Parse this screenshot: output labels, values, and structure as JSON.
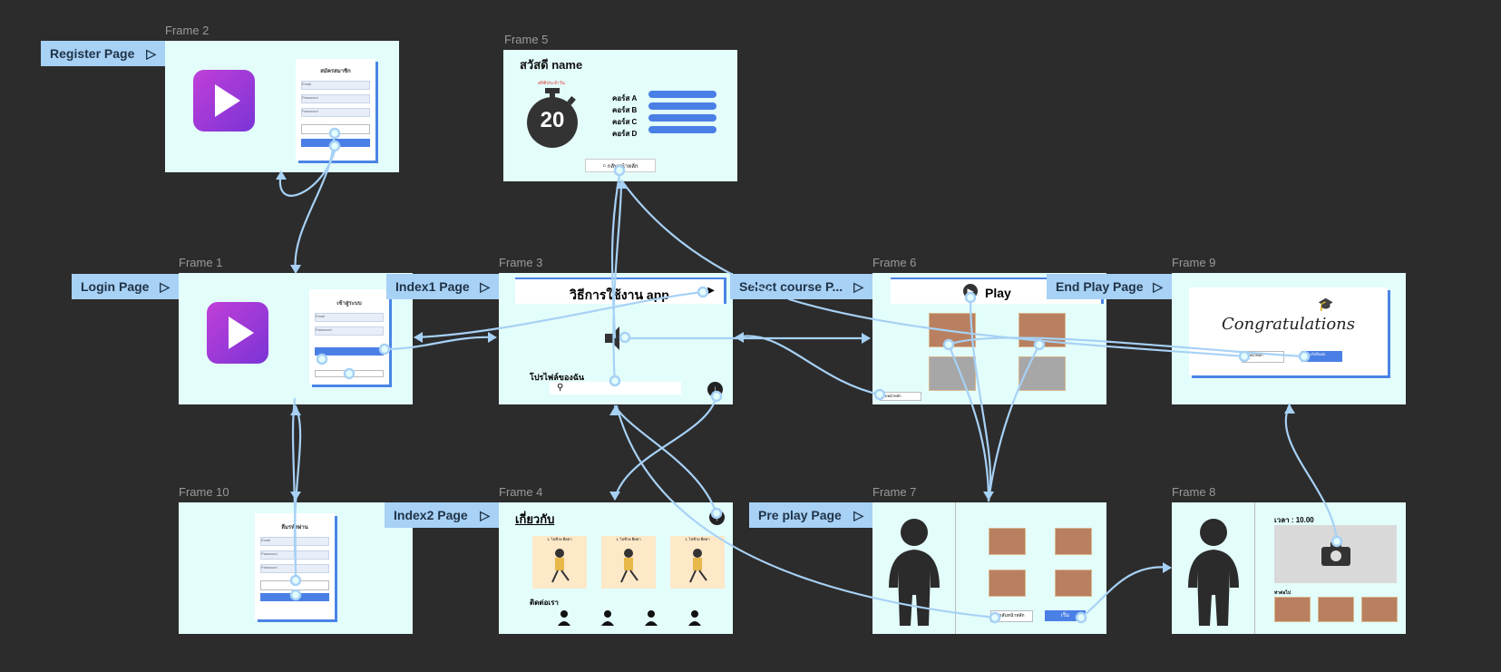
{
  "frames": {
    "f2": {
      "label": "Frame 2",
      "tag": "Register Page",
      "title": "สมัครสมาชิก",
      "fields": [
        "Email",
        "Password",
        "Password"
      ]
    },
    "f5": {
      "label": "Frame 5",
      "greeting": "สวัสดี name",
      "timer_caption": "สถิติประจำวัน",
      "timer_value": "20",
      "courses": [
        "คอร์ส A",
        "คอร์ส B",
        "คอร์ส C",
        "คอร์ส D"
      ],
      "home_button": "กลับหน้าหลัก"
    },
    "f1": {
      "label": "Frame 1",
      "tag": "Login Page",
      "title": "เข้าสู่ระบบ",
      "fields": [
        "Email",
        "Password"
      ]
    },
    "f3": {
      "label": "Frame 3",
      "tag": "Index1 Page",
      "title": "วิธีการใช้งาน app",
      "profile_label": "โปรไฟล์ของฉัน"
    },
    "f6": {
      "label": "Frame 6",
      "tag": "Select course P...",
      "title": "Play",
      "back_button": "กลับหน้าหลัก"
    },
    "f9": {
      "label": "Frame 9",
      "tag": "End Play Page",
      "title": "Congratulations",
      "btn_left": "กลับหน้าหลัก",
      "btn_right": "เล่นคอร์สอื่นต่อ"
    },
    "f10": {
      "label": "Frame 10",
      "title": "ลืมรหัสผ่าน",
      "fields": [
        "Email",
        "Password",
        "Password"
      ]
    },
    "f4": {
      "label": "Frame 4",
      "tag": "Index2 Page",
      "title": "เกี่ยวกับ",
      "card_title": "1. ไปซ้าย ยืดขา",
      "contact_label": "ติดต่อเรา"
    },
    "f7": {
      "label": "Frame 7",
      "tag": "Pre play Page",
      "back_button": "กลับหน้าหลัก",
      "start_button": "เริ่ม"
    },
    "f8": {
      "label": "Frame 8",
      "time_label": "เวลา : 10.00",
      "next_label": "ท่าต่อไป"
    }
  },
  "colors": {
    "canvas": "#2c2c2c",
    "frame_bg": "#e3fdfb",
    "tag_bg": "#a7d1f5",
    "wire": "#a7d1f5",
    "accent_blue": "#4a7fe6",
    "purple": "#9b3fd8"
  },
  "icons": [
    "play-icon",
    "video-app-icon",
    "stopwatch-icon",
    "home-icon",
    "user-icon",
    "person-icon",
    "camera-icon",
    "grad-cap-icon",
    "arrow-down-icon",
    "arrow-up-icon"
  ]
}
